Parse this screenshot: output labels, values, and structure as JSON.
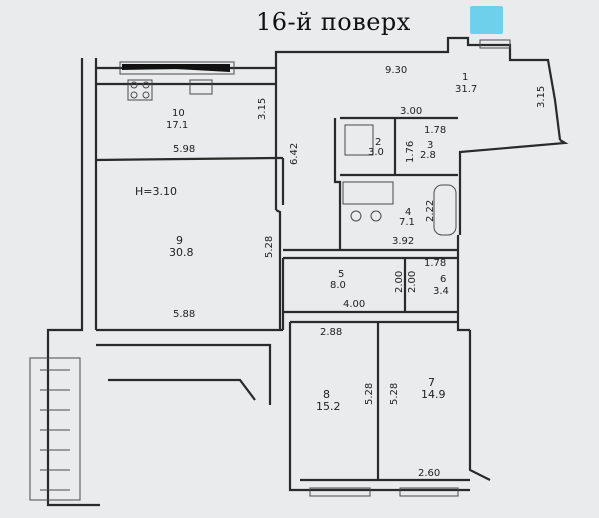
{
  "floor_title": "16-й поверх",
  "ceiling_height": "Н=3.10",
  "rooms": [
    {
      "num": "10",
      "area": "17.1"
    },
    {
      "num": "1",
      "area": "31.7"
    },
    {
      "num": "2",
      "area": "3.0"
    },
    {
      "num": "3",
      "area": "2.8"
    },
    {
      "num": "4",
      "area": "7.1"
    },
    {
      "num": "9",
      "area": "30.8"
    },
    {
      "num": "5",
      "area": "8.0"
    },
    {
      "num": "6",
      "area": "3.4"
    },
    {
      "num": "8",
      "area": "15.2"
    },
    {
      "num": "7",
      "area": "14.9"
    }
  ],
  "dimensions": [
    "9.30",
    "3.15",
    "3.15",
    "5.98",
    "6.42",
    "3.00",
    "1.78",
    "1.76",
    "2.22",
    "3.92",
    "5.28",
    "1.78",
    "2.00",
    "2.00",
    "4.00",
    "5.88",
    "2.88",
    "5.28",
    "5.28",
    "2.60"
  ],
  "colors": {
    "sticker": "#6fd0ec",
    "paper": "#e9ebec",
    "ink": "#2a2a2a"
  }
}
